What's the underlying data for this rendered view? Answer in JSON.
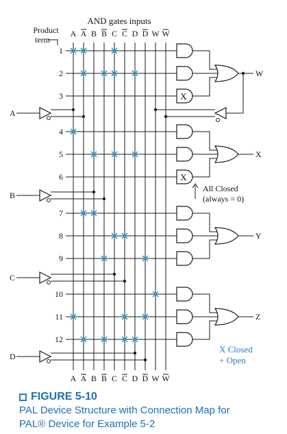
{
  "header": {
    "title": "AND gates inputs",
    "product_term_line1": "Product",
    "product_term_line2": "term"
  },
  "columns": [
    {
      "name": "A",
      "bar": false
    },
    {
      "name": "A",
      "bar": true
    },
    {
      "name": "B",
      "bar": false
    },
    {
      "name": "B",
      "bar": true
    },
    {
      "name": "C",
      "bar": false
    },
    {
      "name": "C",
      "bar": true
    },
    {
      "name": "D",
      "bar": false
    },
    {
      "name": "D",
      "bar": true
    },
    {
      "name": "W",
      "bar": false
    },
    {
      "name": "W",
      "bar": true
    }
  ],
  "rows": [
    {
      "label": "1",
      "x": [
        0,
        1,
        4
      ],
      "xgate": false
    },
    {
      "label": "2",
      "x": [
        1,
        3,
        4,
        6
      ],
      "xgate": false
    },
    {
      "label": "3",
      "x": [],
      "xgate": true
    },
    {
      "label": "4",
      "x": [
        0
      ],
      "xgate": false
    },
    {
      "label": "5",
      "x": [
        2,
        4,
        6
      ],
      "xgate": false
    },
    {
      "label": "6",
      "x": [],
      "xgate": true
    },
    {
      "label": "7",
      "x": [
        1,
        2
      ],
      "xgate": false
    },
    {
      "label": "8",
      "x": [
        4,
        5
      ],
      "xgate": false
    },
    {
      "label": "9",
      "x": [
        3,
        7
      ],
      "xgate": false
    },
    {
      "label": "10",
      "x": [
        8
      ],
      "xgate": false
    },
    {
      "label": "11",
      "x": [
        0,
        5,
        7
      ],
      "xgate": false
    },
    {
      "label": "12",
      "x": [
        1,
        3,
        5,
        6
      ],
      "xgate": false
    }
  ],
  "inputs": [
    "A",
    "B",
    "C",
    "D"
  ],
  "outputs": [
    "W",
    "X",
    "Y",
    "Z"
  ],
  "gate_x_symbol": "X",
  "annotation": {
    "line1": "All Closed",
    "line2": "(always = 0)"
  },
  "legend": {
    "closed": "X Closed",
    "open": "+ Open"
  },
  "caption": {
    "title": "FIGURE 5-10",
    "line1": "PAL Device Structure with Connection Map for",
    "line2": "PAL® Device for Example 5-2"
  },
  "colors": {
    "line": "#1a1a1a",
    "x_mark": "#3aa0d8",
    "caption": "#1f6fb5"
  }
}
